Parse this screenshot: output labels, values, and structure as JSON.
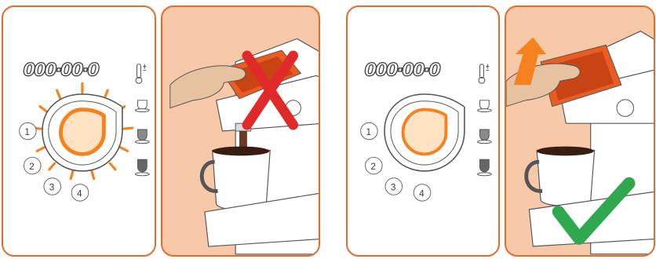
{
  "colors": {
    "panel_border": "#e8692a",
    "panel_fill_photo": "#f8c9a9",
    "glow": "#f5821f",
    "cross": "#e02a2a",
    "check": "#2fa84f",
    "drip_lid": "#ea5c22"
  },
  "panels": [
    {
      "display_text": "000·00·0",
      "step_numbers": [
        "1",
        "2",
        "3",
        "4"
      ],
      "icons": [
        "thermometer-icon",
        "cup-small-icon",
        "cup-medium-icon",
        "cup-large-icon"
      ],
      "state": "flashing"
    },
    {
      "scene": "lifting lid during brewing",
      "indicator": "cross-icon"
    },
    {
      "display_text": "000·00·0",
      "step_numbers": [
        "1",
        "2",
        "3",
        "4"
      ],
      "icons": [
        "thermometer-icon",
        "cup-small-icon",
        "cup-medium-icon",
        "cup-large-icon"
      ],
      "state": "steady"
    },
    {
      "scene": "lifting lid after brewing",
      "indicator": "check-icon",
      "arrow": "up-arrow-icon"
    }
  ]
}
